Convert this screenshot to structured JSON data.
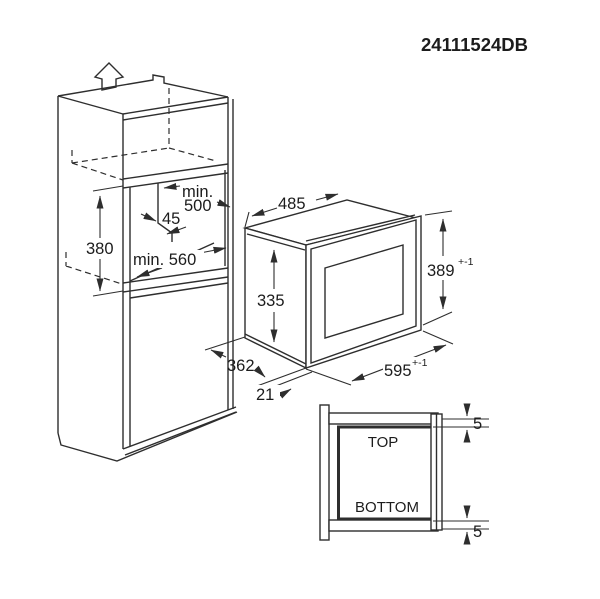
{
  "header": {
    "document_number": "24111524DB"
  },
  "cabinet": {
    "niche_width": {
      "prefix": "min.",
      "value": "500"
    },
    "side_clearance": "45",
    "niche_height": "380",
    "niche_depth": "min. 560"
  },
  "oven": {
    "body_width": "485",
    "body_height": "335",
    "body_depth": "362",
    "door_protrusion": "21",
    "door_height": {
      "value": "389",
      "tolerance": "+-1"
    },
    "door_width": {
      "value": "595",
      "tolerance": "+-1"
    }
  },
  "detail_view": {
    "top_label": "TOP",
    "bottom_label": "BOTTOM",
    "top_gap": "5",
    "bottom_gap": "5"
  },
  "icons": {
    "direction_arrow": "arrow-up-icon"
  },
  "colors": {
    "line": "#2e2e2e",
    "text": "#1c1c1c",
    "background": "#ffffff"
  }
}
